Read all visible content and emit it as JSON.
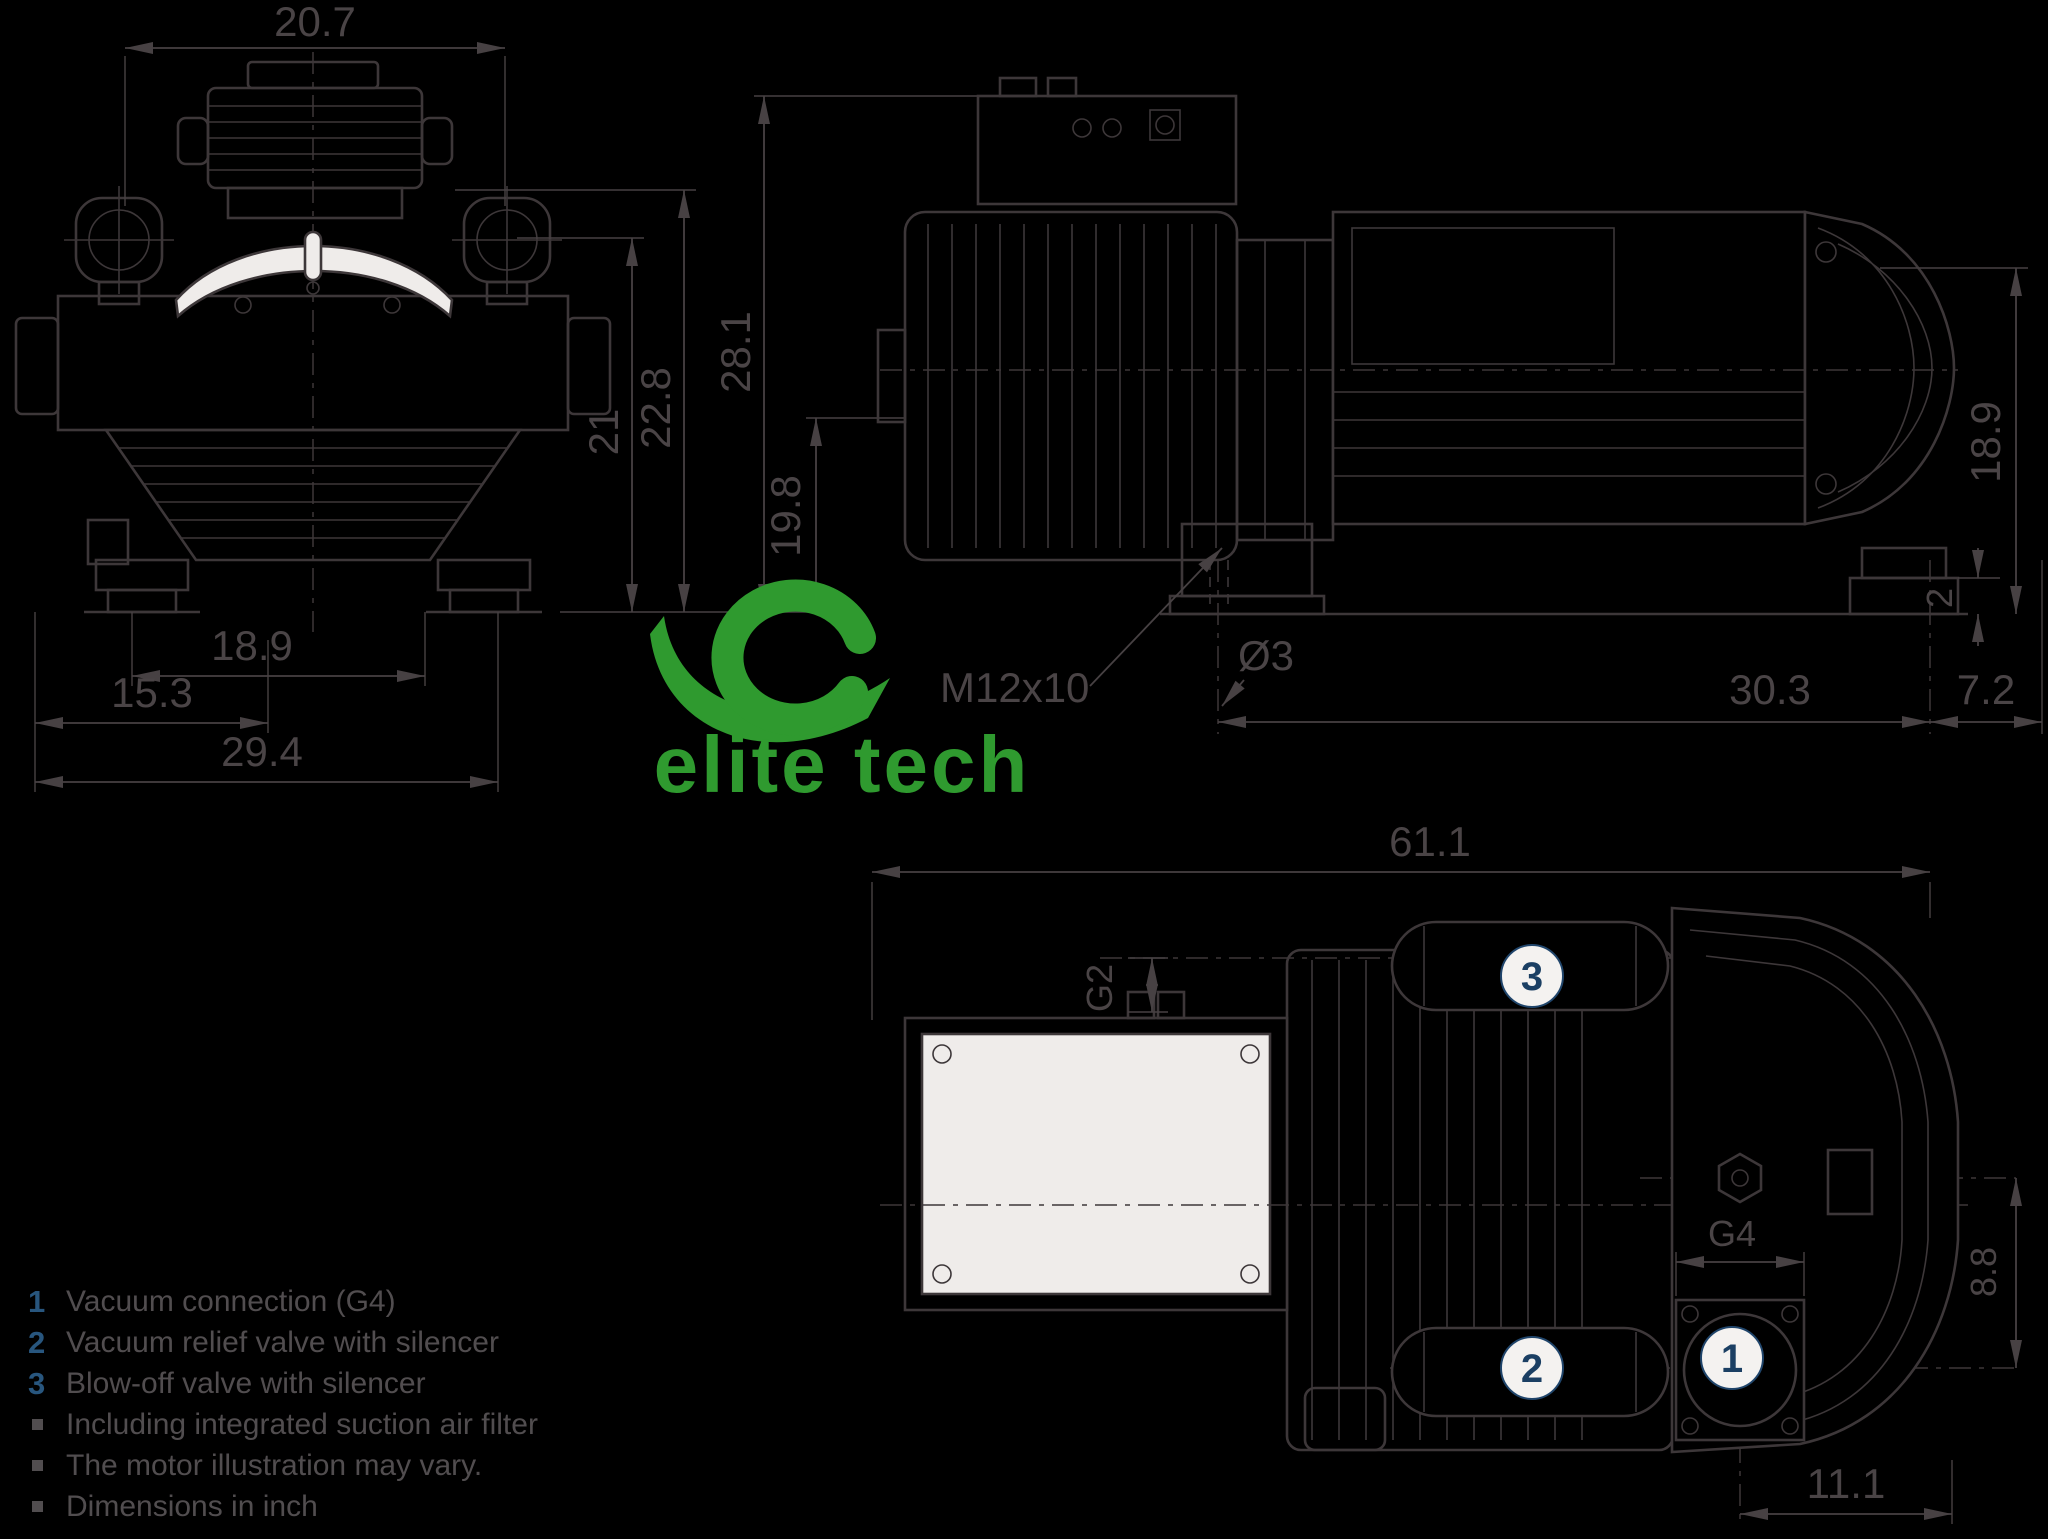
{
  "drawing": {
    "front_view": {
      "dims": {
        "width_top": "20.7",
        "height_motor": "21",
        "height_eyebolt": "22.8",
        "foot_span": "18.9",
        "foot_offset": "15.3",
        "overall_width": "29.4"
      }
    },
    "side_view": {
      "dims": {
        "overall_height": "28.1",
        "shaft_height": "19.8",
        "thread_label": "M12x10",
        "drain_label": "Ø3",
        "foot_span": "30.3",
        "rear_overhang": "7.2",
        "body_height": "18.9",
        "foot_thickness": "2"
      }
    },
    "top_view": {
      "dims": {
        "overall_length": "61.1",
        "port_left": "G2",
        "port_right": "G4",
        "port_height": "8.8",
        "port_offset": "11.1"
      }
    },
    "callouts": {
      "c1": "1",
      "c2": "2",
      "c3": "3"
    }
  },
  "logo": {
    "text": "elite tech"
  },
  "legend": {
    "items": [
      {
        "num": "1",
        "label": "Vacuum connection (G4)"
      },
      {
        "num": "2",
        "label": "Vacuum relief valve with silencer"
      },
      {
        "num": "3",
        "label": "Blow-off valve with silencer"
      }
    ],
    "notes": [
      "Including integrated suction air filter",
      "The motor illustration may vary.",
      "Dimensions in inch"
    ]
  }
}
